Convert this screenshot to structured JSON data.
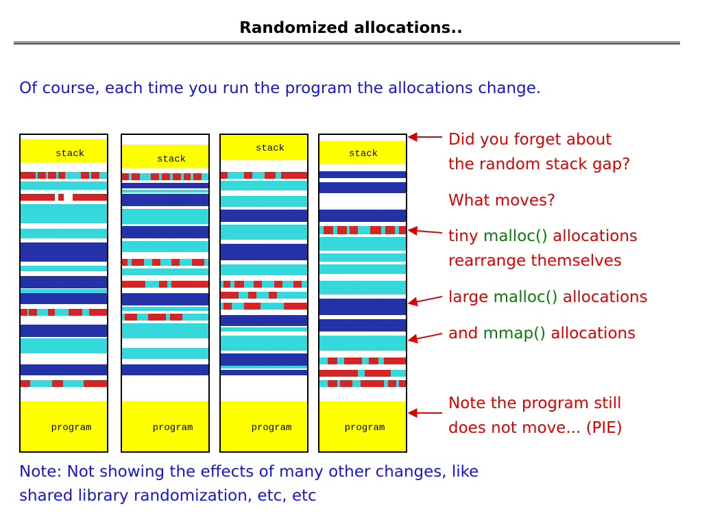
{
  "title": "Randomized allocations..",
  "subtitle": "Of course, each time you run the program the allocations change.",
  "note": {
    "line1": "Note: Not showing the effects of many other changes, like",
    "line2": "shared library randomization, etc, etc"
  },
  "memory_maps": [
    {
      "stack_label": "stack",
      "program_label": "program"
    },
    {
      "stack_label": "stack",
      "program_label": "program"
    },
    {
      "stack_label": "stack",
      "program_label": "program"
    },
    {
      "stack_label": "stack",
      "program_label": "program"
    }
  ],
  "annotations": {
    "stack_gap": {
      "line1": "Did you forget about",
      "line2": "the random stack gap?"
    },
    "what_moves": "What moves?",
    "tiny": {
      "pre": "tiny ",
      "code": "malloc()",
      "post": " allocations",
      "line2": "rearrange themselves"
    },
    "large": {
      "pre": "large ",
      "code": "malloc()",
      "post": " allocations"
    },
    "mmap": {
      "pre": "and ",
      "code": "mmap()",
      "post": " allocations"
    },
    "program": {
      "line1": "Note the program still",
      "line2": "does not move... (PIE)"
    }
  },
  "colors": {
    "stack_program": "#ffff00",
    "free_region": "#ffffff",
    "mmap_region": "#22dde0",
    "large_malloc": "#1c2ab0",
    "tiny_malloc": "#e01818",
    "text_blue": "#1515d8",
    "text_red": "#dc0000",
    "text_green": "#0a7a0a"
  }
}
